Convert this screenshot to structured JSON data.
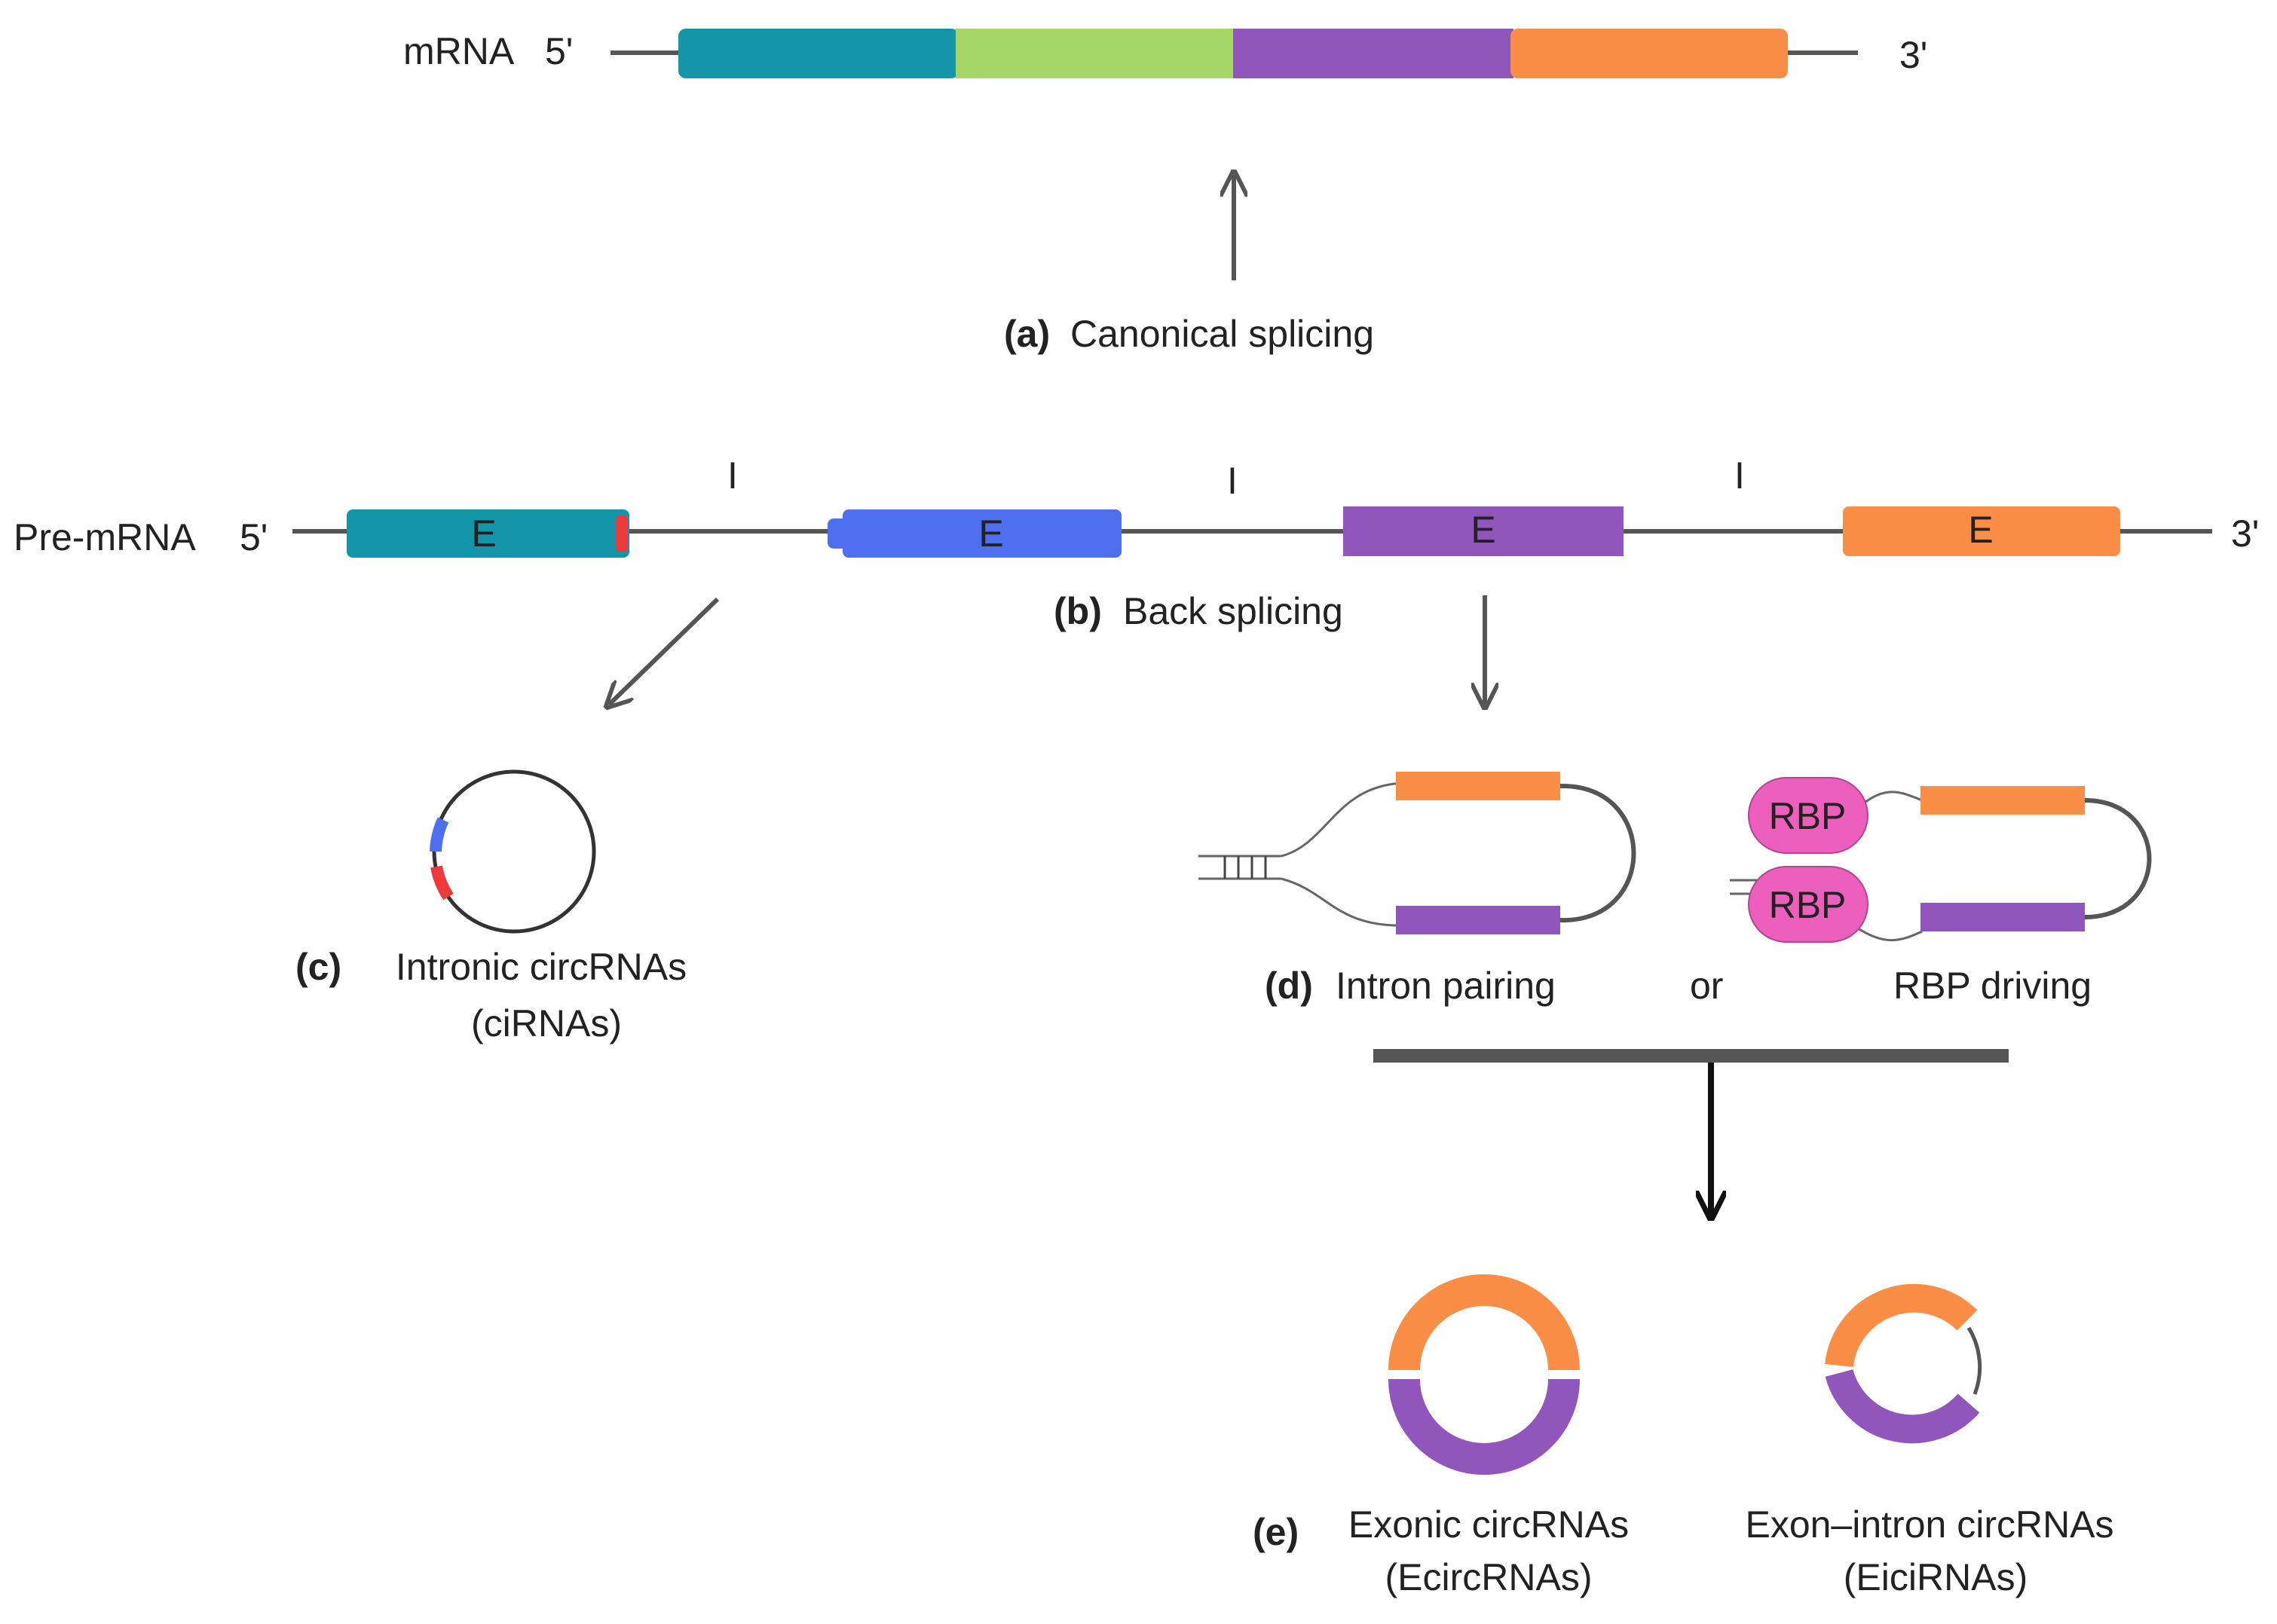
{
  "colors": {
    "teal": "#1296a8",
    "green": "#a6d567",
    "purple": "#9156bb",
    "orange": "#fa8e47",
    "blue": "#4d6ff0",
    "red": "#ee3a3a",
    "pink": "#ec5fbd",
    "line": "#555555",
    "text": "#222222"
  },
  "mrna": {
    "label": "mRNA",
    "five_prime": "5'",
    "three_prime": "3'"
  },
  "canonical": {
    "letter": "(a)",
    "text": "Canonical splicing"
  },
  "premrna": {
    "label": "Pre-mRNA",
    "five_prime": "5'",
    "three_prime": "3'",
    "exon_label": "E",
    "intron_label": "I"
  },
  "back_splicing": {
    "letter": "(b)",
    "text": "Back splicing"
  },
  "intronic": {
    "letter": "(c)",
    "line1": "Intronic circRNAs",
    "line2": "(ciRNAs)"
  },
  "pairing": {
    "letter": "(d)",
    "text": "Intron pairing",
    "or": "or",
    "rbp_text": "RBP driving",
    "rbp_label": "RBP"
  },
  "exonic": {
    "letter": "(e)",
    "line1": "Exonic circRNAs",
    "line2": "(EcircRNAs)"
  },
  "eici": {
    "line1": "Exon–intron circRNAs",
    "line2": "(EiciRNAs)"
  }
}
